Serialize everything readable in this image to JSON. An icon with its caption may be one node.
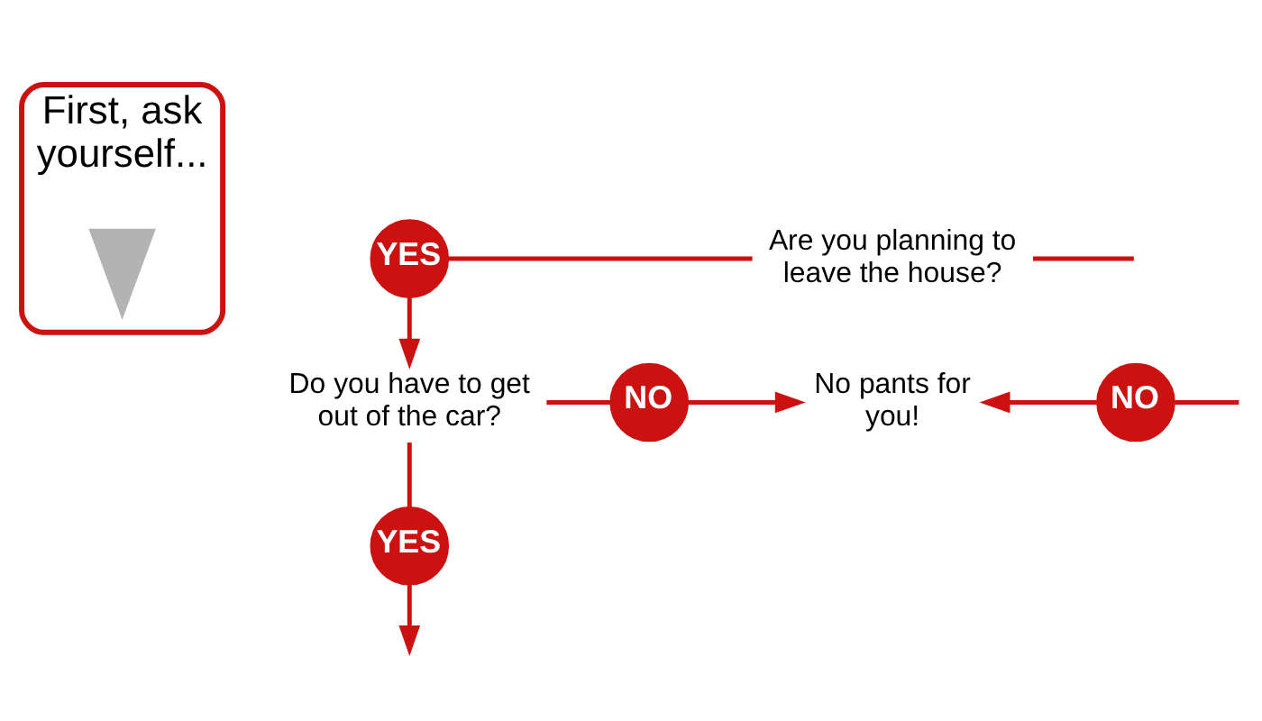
{
  "diagram": {
    "nodes": [
      {
        "text": [
          "First, ask yourself..."
        ]
      },
      {
        "text": [],
        "shape": "person",
        "in": 0
      },
      {
        "text": [
          "YES"
        ]
      },
      {
        "text": [
          "Are you planning to leave the house?"
        ]
      },
      {
        "text": [
          "Do you have to get out of the car?"
        ]
      },
      {
        "text": [
          "NO"
        ]
      },
      {
        "text": [
          "No pants for you!"
        ]
      },
      {
        "text": [
          "NO"
        ]
      },
      {
        "text": [
          "YES"
        ]
      }
    ],
    "edges": [
      {
        "from": 2,
        "to": 3,
        "arrow": "none"
      },
      {
        "from": 3,
        "to": null,
        "arrow": "none"
      },
      {
        "from": 2,
        "to": 4,
        "arrow": "to"
      },
      {
        "from": 4,
        "to": 5,
        "arrow": "none"
      },
      {
        "from": 5,
        "to": 6,
        "arrow": "to"
      },
      {
        "from": 7,
        "to": 6,
        "arrow": "to"
      },
      {
        "from": null,
        "to": 7,
        "arrow": "none"
      },
      {
        "from": 4,
        "to": 8,
        "arrow": "none"
      },
      {
        "from": 8,
        "to": null,
        "arrow": "to"
      }
    ]
  }
}
